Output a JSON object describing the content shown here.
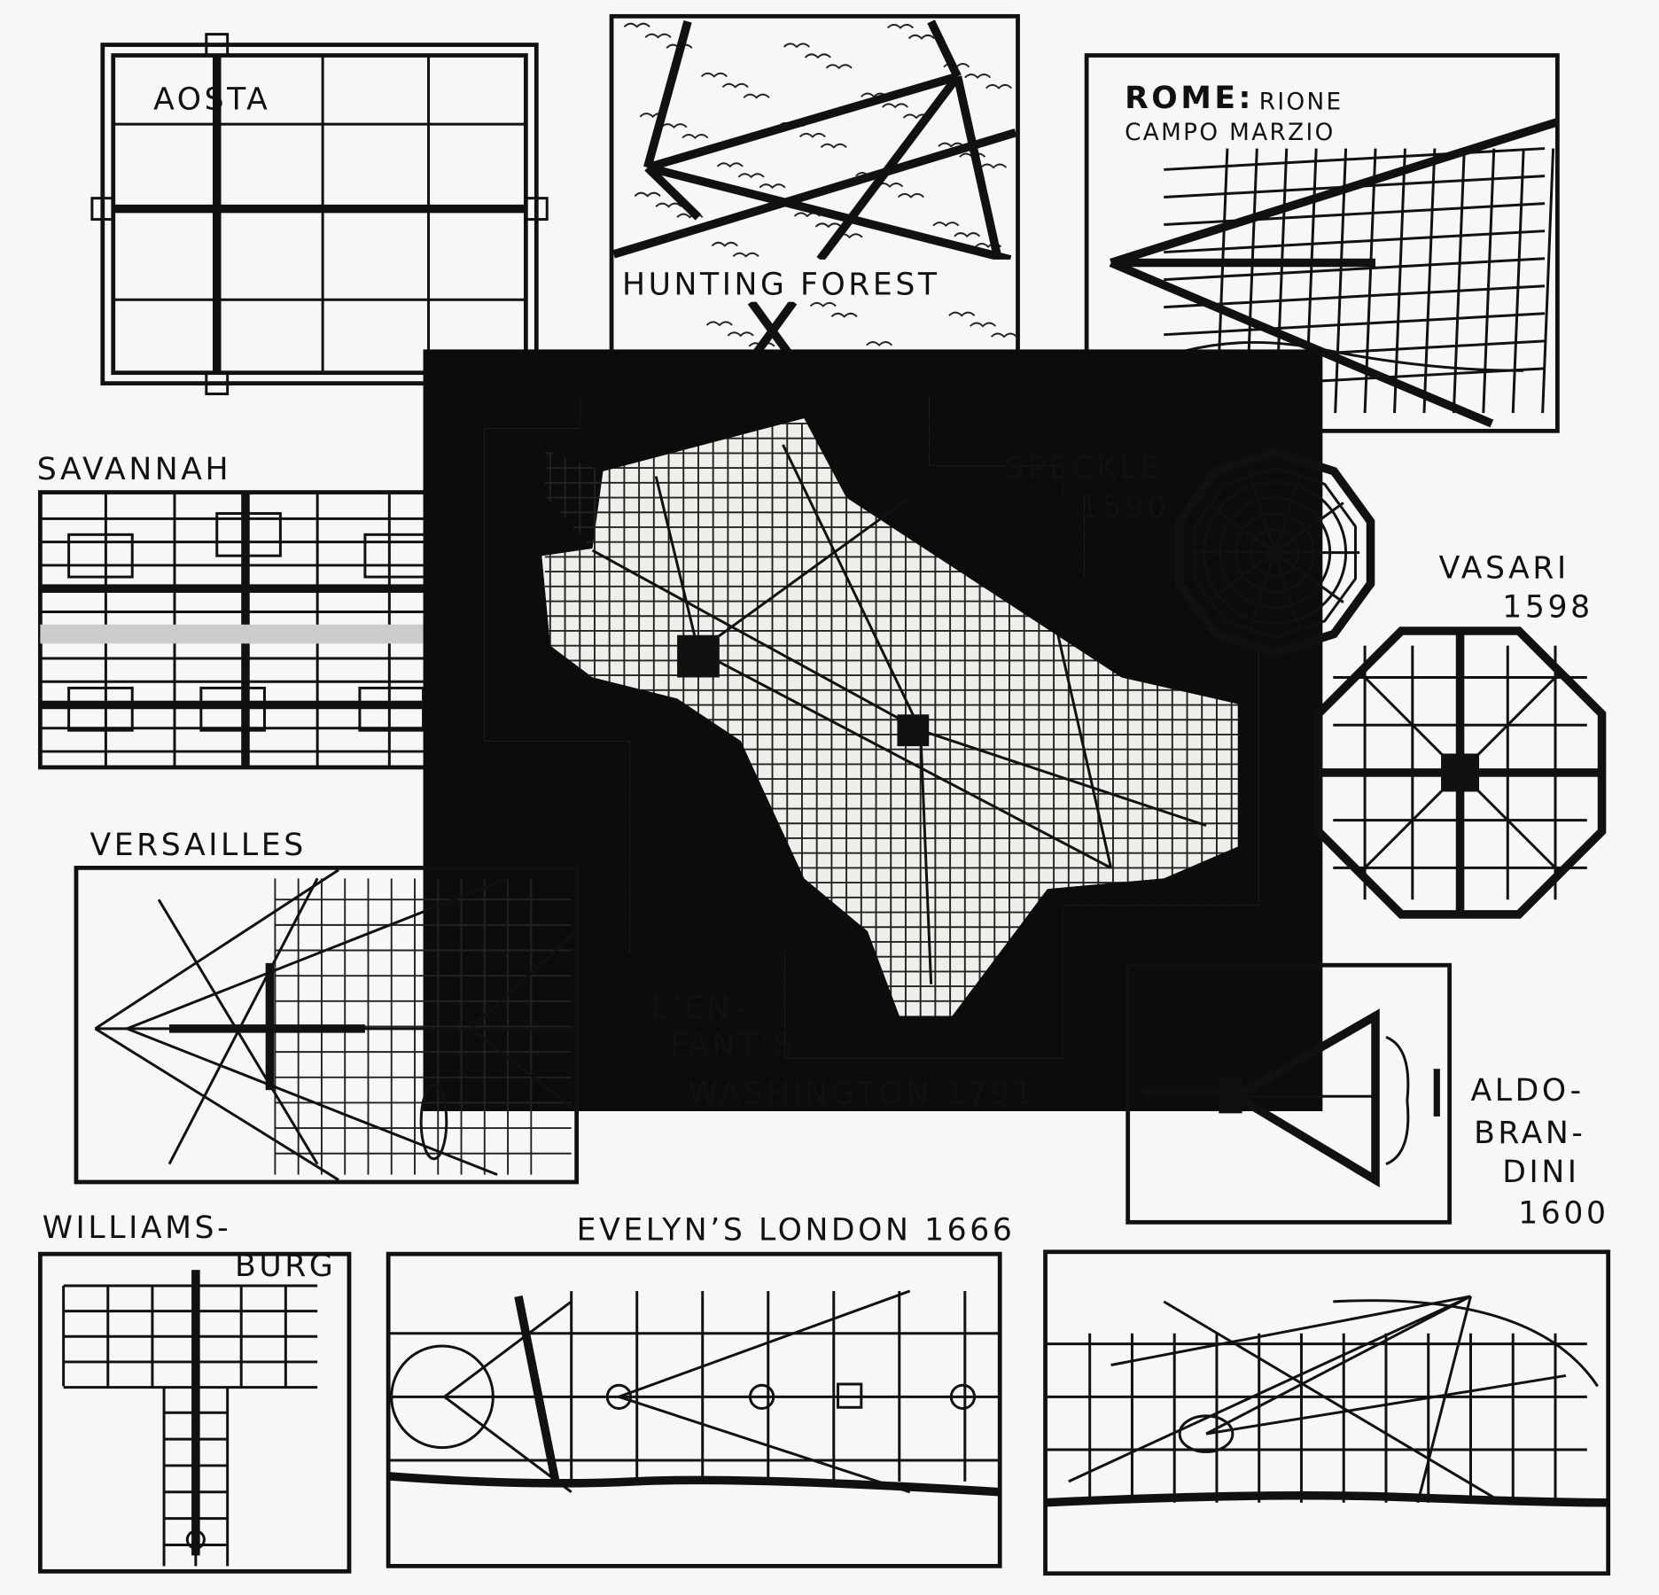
{
  "title": "Comparative city plans",
  "colors": {
    "ink": "#111111",
    "paper": "#f7f7f5"
  },
  "labels": {
    "aosta": "AOSTA",
    "hunting_forest": "HUNTING FOREST",
    "rome_main": "ROME:",
    "rome_rione": "RIONE",
    "rome_campo": "CAMPO MARZIO",
    "savannah": "SAVANNAH",
    "speckle_name": "SPECKLE",
    "speckle_year": "1590",
    "vasari_name": "VASARI",
    "vasari_year": "1598",
    "versailles": "VERSAILLES",
    "lenfant_1": "L’EN-",
    "lenfant_2": "FANT’S",
    "lenfant_3": "WASHINGTON 1791",
    "aldo_1": "ALDO-",
    "aldo_2": "BRAN-",
    "aldo_3": "DINI",
    "aldo_4": "1600",
    "williams_1": "WILLIAMS-",
    "williams_2": "BURG",
    "evelyn": "EVELYN’S LONDON 1666"
  }
}
